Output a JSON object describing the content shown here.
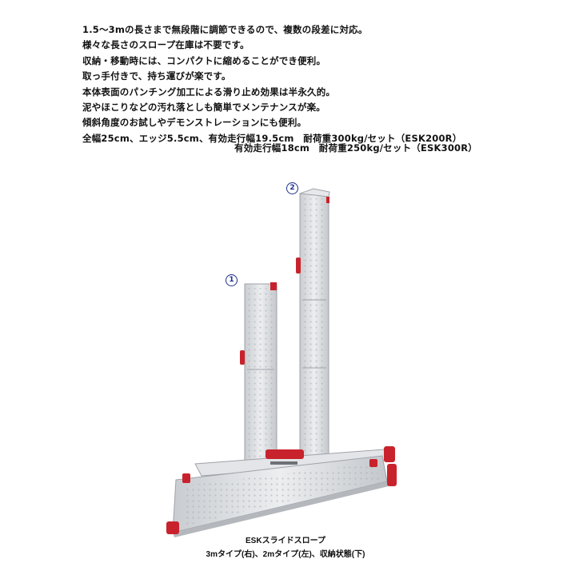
{
  "features": [
    "1.5〜3mの長さまで無段階に調節できるので、複数の段差に対応。",
    "様々な長さのスロープ在庫は不要です。",
    "収納・移動時には、コンパクトに縮めることができ便利。",
    "取っ手付きで、持ち運びが楽です。",
    "本体表面のパンチング加工による滑り止め効果は半永久的。",
    "泥やほこりなどの汚れ落としも簡単でメンテナンスが楽。",
    "傾斜角度のお試しやデモンストレーションにも便利。",
    "全幅25cm、エッジ5.5cm、有効走行幅19.5cm　耐荷重300kg/セット（ESK200R）"
  ],
  "spec_line_2": "有効走行幅18cm　耐荷重250kg/セット（ESK300R）",
  "markers": {
    "one": "1",
    "two": "2"
  },
  "caption": {
    "line1": "ESKスライドスロープ",
    "line2": "3mタイプ(右)、2mタイプ(左)、収納状態(下)"
  },
  "colors": {
    "aluminum": "#d9dcdf",
    "red_cap": "#c8232c",
    "marker": "#1e2f8f"
  }
}
